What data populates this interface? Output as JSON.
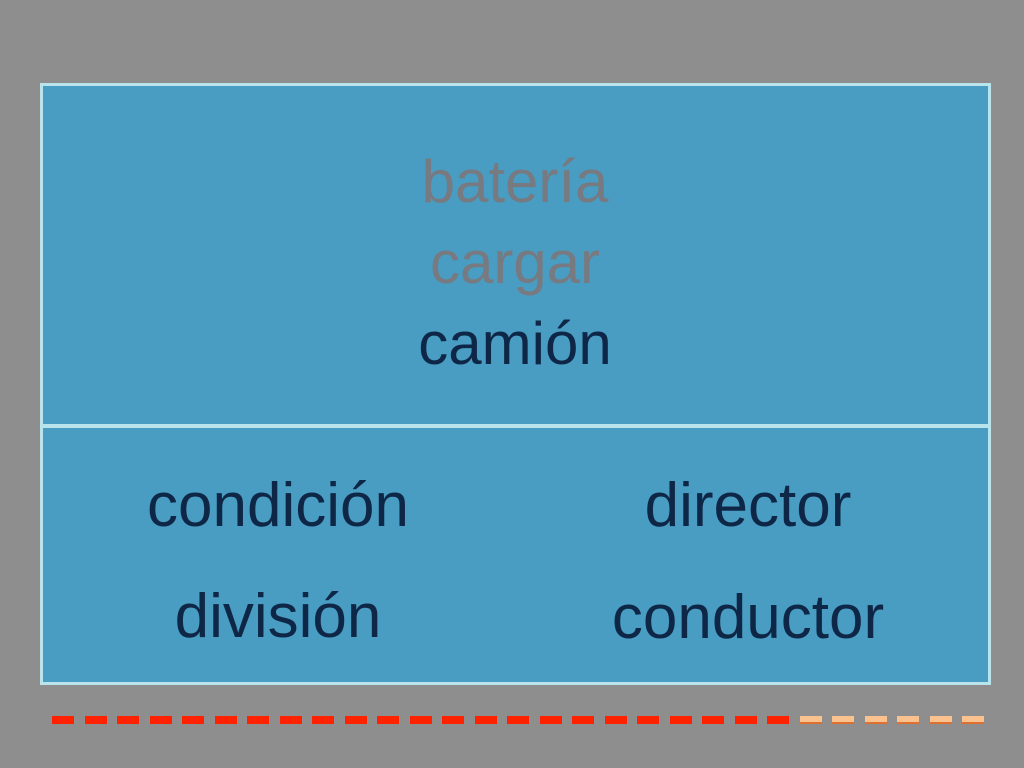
{
  "top_words": [
    {
      "text": "batería",
      "state": "muted"
    },
    {
      "text": "cargar",
      "state": "muted"
    },
    {
      "text": "camión",
      "state": "active"
    }
  ],
  "options": {
    "left": [
      "condición",
      "división"
    ],
    "right": [
      "director",
      "conductor"
    ]
  },
  "progress": {
    "total_segments": 29,
    "completed_segments": 23,
    "completed_color": "#ff2200",
    "remaining_color": "#f9c28f",
    "remaining_border": "#e07030"
  },
  "colors": {
    "background": "#8e8e8e",
    "panel": "#499cc2",
    "panel_border": "#b9e4ec",
    "muted_text": "#777a80",
    "active_text": "#0f2747"
  }
}
